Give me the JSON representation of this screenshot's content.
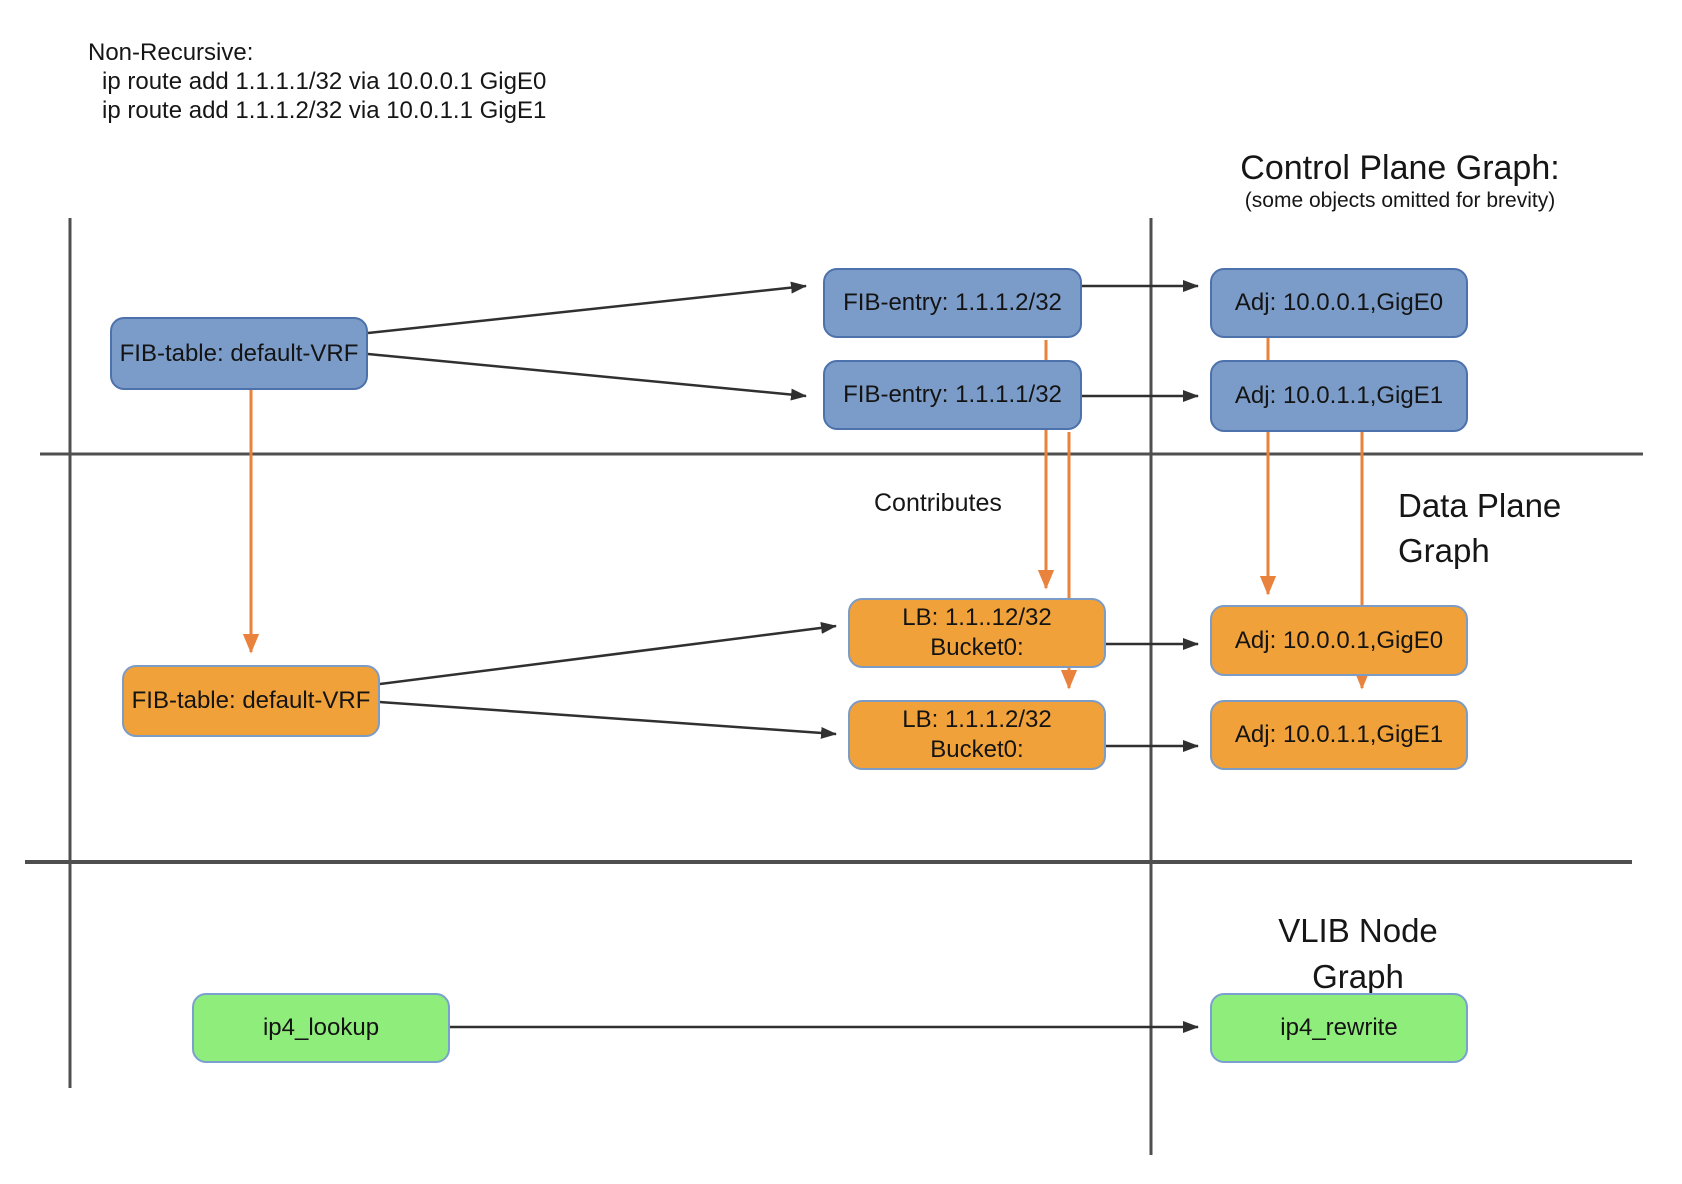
{
  "annotations": {
    "non_recursive": {
      "title": "Non-Recursive:",
      "commands": [
        "ip route add 1.1.1.1/32 via 10.0.0.1 GigE0",
        "ip route add 1.1.1.2/32 via 10.0.1.1 GigE1"
      ]
    },
    "contributes_label": "Contributes"
  },
  "sections": {
    "control_plane": {
      "title": "Control Plane Graph:",
      "subtitle": "(some objects omitted for brevity)"
    },
    "data_plane": {
      "title_line1": "Data Plane",
      "title_line2": "Graph"
    },
    "vlib": {
      "title_line1": "VLIB Node",
      "title_line2": "Graph"
    }
  },
  "nodes": {
    "cp_fib_table": {
      "label": "FIB-table: default-VRF"
    },
    "cp_fib_entry_2": {
      "label": "FIB-entry: 1.1.1.2/32"
    },
    "cp_fib_entry_1": {
      "label": "FIB-entry: 1.1.1.1/32"
    },
    "cp_adj_0": {
      "label": "Adj: 10.0.0.1,GigE0"
    },
    "cp_adj_1": {
      "label": "Adj: 10.0.1.1,GigE1"
    },
    "dp_fib_table": {
      "label": "FIB-table: default-VRF"
    },
    "dp_lb_1": {
      "line1": "LB: 1.1..12/32",
      "line2": "Bucket0:"
    },
    "dp_lb_2": {
      "line1": "LB: 1.1.1.2/32",
      "line2": "Bucket0:"
    },
    "dp_adj_0": {
      "label": "Adj: 10.0.0.1,GigE0"
    },
    "dp_adj_1": {
      "label": "Adj: 10.0.1.1,GigE1"
    },
    "vlib_ip4_lookup": {
      "label": "ip4_lookup"
    },
    "vlib_ip4_rewrite": {
      "label": "ip4_rewrite"
    }
  },
  "colors": {
    "control_plane_node_fill": "#7b9cc9",
    "control_plane_node_border": "#4d72ab",
    "data_plane_node_fill": "#f0a139",
    "vlib_node_fill": "#8fee7b",
    "shared_node_border": "#7d9cc5",
    "contributes_arrow": "#e8823c",
    "connector_line": "#303030",
    "divider_line": "#4f4f4f"
  }
}
